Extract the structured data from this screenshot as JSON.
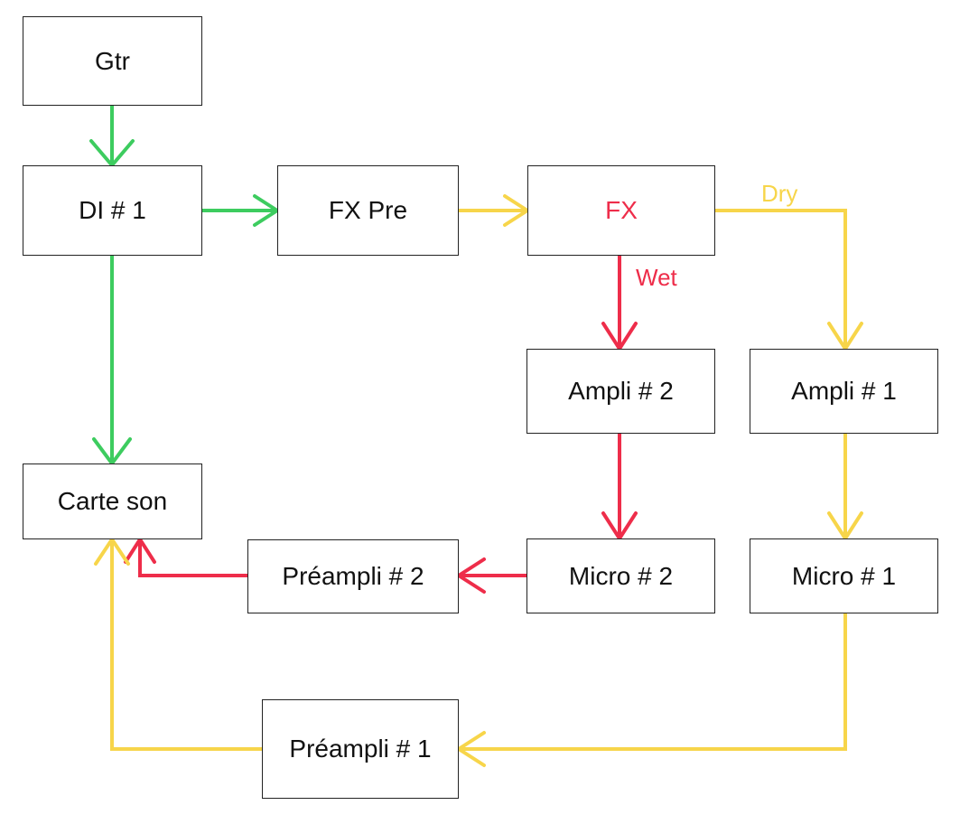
{
  "colors": {
    "green": "#3dcc5f",
    "yellow": "#f7d54a",
    "red": "#ee2d4a",
    "border": "#222222",
    "text": "#111111"
  },
  "nodes": {
    "gtr": {
      "label": "Gtr"
    },
    "di1": {
      "label": "DI # 1"
    },
    "fx_pre": {
      "label": "FX Pre"
    },
    "fx": {
      "label": "FX",
      "color": "#ee2d4a"
    },
    "ampli2": {
      "label": "Ampli # 2"
    },
    "ampli1": {
      "label": "Ampli # 1"
    },
    "carte_son": {
      "label": "Carte son"
    },
    "preampli2": {
      "label": "Préampli # 2"
    },
    "micro2": {
      "label": "Micro # 2"
    },
    "micro1": {
      "label": "Micro # 1"
    },
    "preampli1": {
      "label": "Préampli # 1"
    }
  },
  "edge_labels": {
    "dry": {
      "text": "Dry",
      "color": "#f7d54a"
    },
    "wet": {
      "text": "Wet",
      "color": "#ee2d4a"
    }
  },
  "edges": [
    {
      "from": "gtr",
      "to": "di1",
      "color": "green"
    },
    {
      "from": "di1",
      "to": "fx_pre",
      "color": "green"
    },
    {
      "from": "di1",
      "to": "carte_son",
      "color": "green"
    },
    {
      "from": "fx_pre",
      "to": "fx",
      "color": "yellow"
    },
    {
      "from": "fx",
      "to": "ampli1",
      "color": "yellow",
      "label": "Dry"
    },
    {
      "from": "fx",
      "to": "ampli2",
      "color": "red",
      "label": "Wet"
    },
    {
      "from": "ampli2",
      "to": "micro2",
      "color": "red"
    },
    {
      "from": "micro2",
      "to": "preampli2",
      "color": "red"
    },
    {
      "from": "preampli2",
      "to": "carte_son",
      "color": "red"
    },
    {
      "from": "ampli1",
      "to": "micro1",
      "color": "yellow"
    },
    {
      "from": "micro1",
      "to": "preampli1",
      "color": "yellow"
    },
    {
      "from": "preampli1",
      "to": "carte_son",
      "color": "yellow"
    }
  ]
}
